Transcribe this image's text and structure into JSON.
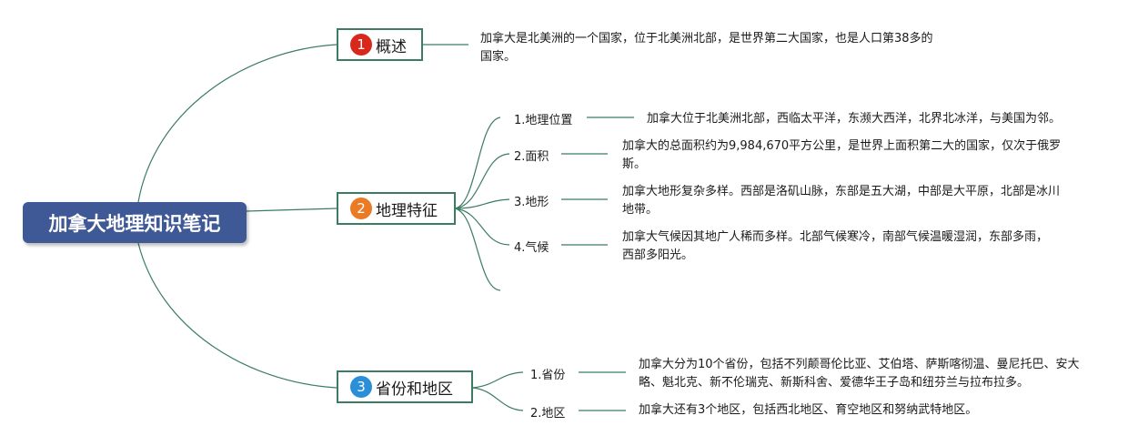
{
  "root": {
    "title": "加拿大地理知识笔记"
  },
  "colors": {
    "root_bg": "#3f5896",
    "link": "#3b7c62",
    "badge1": "#d8281c",
    "badge2": "#ea7a23",
    "badge3": "#2a8fd8"
  },
  "branches": [
    {
      "num": "1",
      "label": "概述",
      "desc": "加拿大是北美洲的一个国家，位于北美洲北部，是世界第二大国家，也是人口第38多的国家。"
    },
    {
      "num": "2",
      "label": "地理特征",
      "children": [
        {
          "label": "1.地理位置",
          "desc": "加拿大位于北美洲北部，西临太平洋，东濒大西洋，北界北冰洋，与美国为邻。"
        },
        {
          "label": "2.面积",
          "desc": "加拿大的总面积约为9,984,670平方公里，是世界上面积第二大的国家，仅次于俄罗斯。"
        },
        {
          "label": "3.地形",
          "desc": "加拿大地形复杂多样。西部是洛矶山脉，东部是五大湖，中部是大平原，北部是冰川地带。"
        },
        {
          "label": "4.气候",
          "desc": "加拿大气候因其地广人稀而多样。北部气候寒冷，南部气候温暖湿润，东部多雨，西部多阳光。"
        }
      ]
    },
    {
      "num": "3",
      "label": "省份和地区",
      "children": [
        {
          "label": "1.省份",
          "desc": "加拿大分为10个省份，包括不列颠哥伦比亚、艾伯塔、萨斯喀彻温、曼尼托巴、安大略、魁北克、新不伦瑞克、新斯科舍、爱德华王子岛和纽芬兰与拉布拉多。"
        },
        {
          "label": "2.地区",
          "desc": "加拿大还有3个地区，包括西北地区、育空地区和努纳武特地区。"
        }
      ]
    }
  ]
}
